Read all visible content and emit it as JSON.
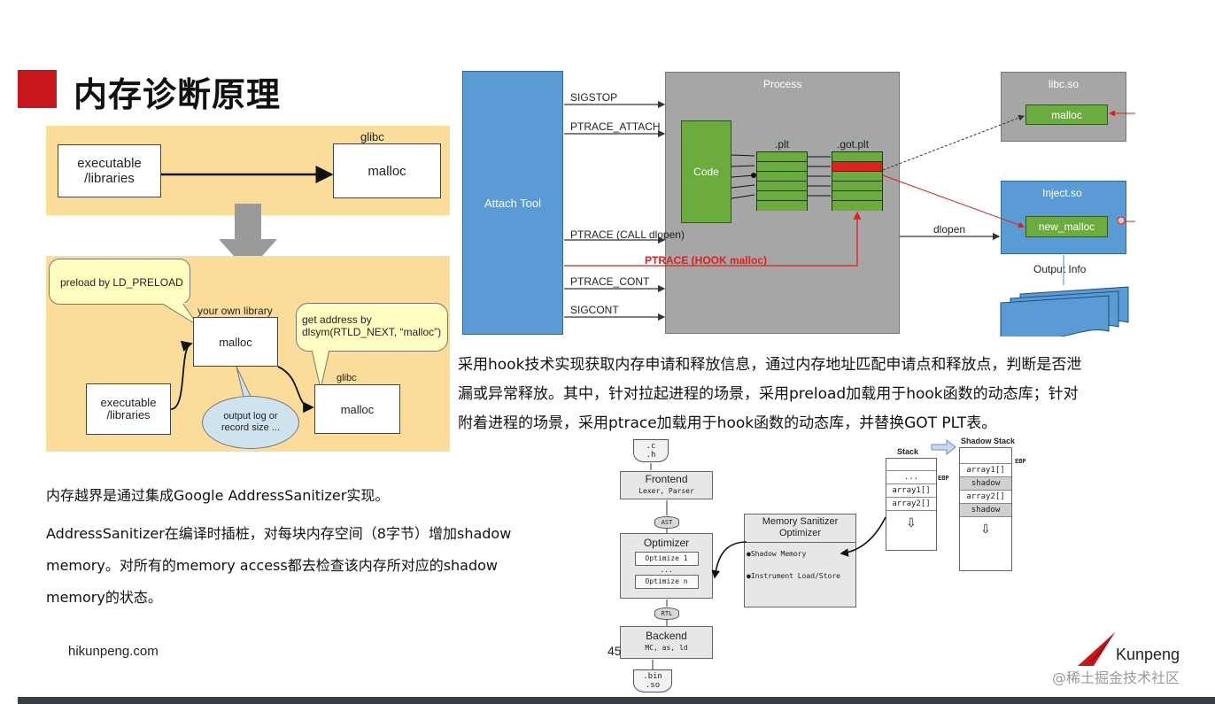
{
  "slide": {
    "title": "内存诊断原理",
    "accent_color": "#c8161d",
    "footer_site": "hikunpeng.com",
    "page_number": "45",
    "logo_text": "Kunpeng",
    "watermark": "@稀土掘金技术社区"
  },
  "preload_diagram": {
    "top": {
      "caller": [
        "executable",
        "/libraries"
      ],
      "glibc_label": "glibc",
      "malloc": "malloc"
    },
    "bottom": {
      "bubble_preload": "preload by LD_PRELOAD",
      "own_library_label": "your own library",
      "own_malloc": "malloc",
      "bubble_dlsym": [
        "get address by",
        "dlsym(RTLD_NEXT, “malloc”)"
      ],
      "caller": [
        "executable",
        "/libraries"
      ],
      "glibc_label": "glibc",
      "glibc_malloc": "malloc",
      "bubble_output": [
        "output log or",
        "record size ..."
      ]
    }
  },
  "ptrace_diagram": {
    "attach_tool": "Attach Tool",
    "process_label": "Process",
    "code_label": "Code",
    "plt_label": ".plt",
    "gotplt_label": ".got.plt",
    "signals": [
      "SIGSTOP",
      "PTRACE_ATTACH",
      "PTRACE (CALL dlopen)",
      "PTRACE (HOOK malloc)",
      "PTRACE_CONT",
      "SIGCONT"
    ],
    "libc_label": "libc.so",
    "libc_malloc": "malloc",
    "inject_label": "Inject.so",
    "new_malloc": "new_malloc",
    "dlopen_label": "dlopen",
    "output_info": "Output Info",
    "colors": {
      "tool": "#5b9bd5",
      "process": "#a6a6a6",
      "hook": "#e0201b",
      "code_green": "#6cab3e"
    }
  },
  "paragraph_hook": {
    "lines": [
      "采用hook技术实现获取内存申请和释放信息，通过内存地址匹配申请点和释放点，判断是否泄",
      "漏或异常释放。其中，针对拉起进程的场景，采用preload加载用于hook函数的动态库；针对",
      "附着进程的场景，采用ptrace加载用于hook函数的动态库，并替换GOT PLT表。"
    ]
  },
  "paragraph_asan": {
    "line1": "内存越界是通过集成Google AddressSanitizer实现。",
    "lines": [
      "AddressSanitizer在编译时插桩，对每块内存空间（8字节）增加shadow",
      "memory。对所有的memory  access都去检查该内存所对应的shadow",
      "memory的状态。"
    ]
  },
  "compiler_diagram": {
    "source": [
      ".c",
      ".h"
    ],
    "frontend": "Frontend",
    "frontend_sub": "Lexer, Parser",
    "ast": "AST",
    "optimizer": "Optimizer",
    "optimize1": "Optimize 1",
    "ellipsis": "...",
    "optimizen": "Optimize n",
    "rtl": "RTL",
    "backend": "Backend",
    "backend_sub": "MC, as, ld",
    "output": [
      ".bin",
      ".so"
    ],
    "msan_title": [
      "Memory Sanitizer",
      "Optimizer"
    ],
    "msan_items": [
      "●Shadow Memory",
      "●Instrument Load/Store"
    ],
    "stack_label": "Stack",
    "stack_cells": [
      "...",
      "array1[]",
      "array2[]"
    ],
    "ebp": "EBP",
    "shadow_stack_label": "Shadow Stack",
    "shadow_cells": [
      "array1[]",
      "shadow",
      "array2[]",
      "shadow"
    ]
  }
}
